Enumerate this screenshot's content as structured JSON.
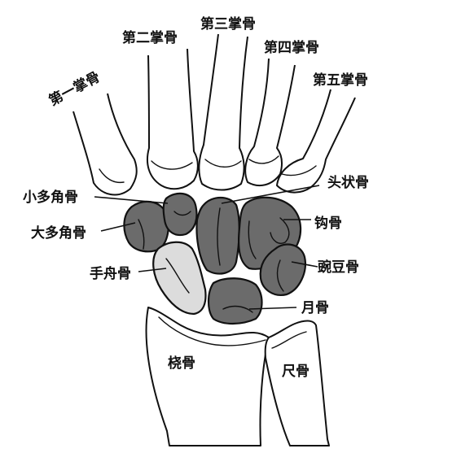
{
  "labels": {
    "metacarpal_1": "第一掌骨",
    "metacarpal_2": "第二掌骨",
    "metacarpal_3": "第三掌骨",
    "metacarpal_4": "第四掌骨",
    "metacarpal_5": "第五掌骨",
    "trapezoid": "小多角骨",
    "capitate": "头状骨",
    "trapezium": "大多角骨",
    "hamate": "钩骨",
    "pisiform": "豌豆骨",
    "scaphoid": "手舟骨",
    "lunate": "月骨",
    "radius": "桡骨",
    "ulna": "尺骨"
  },
  "colors": {
    "carpal_dark": "#6b6b6b",
    "carpal_light": "#dcdcdc",
    "outline": "#111111"
  }
}
